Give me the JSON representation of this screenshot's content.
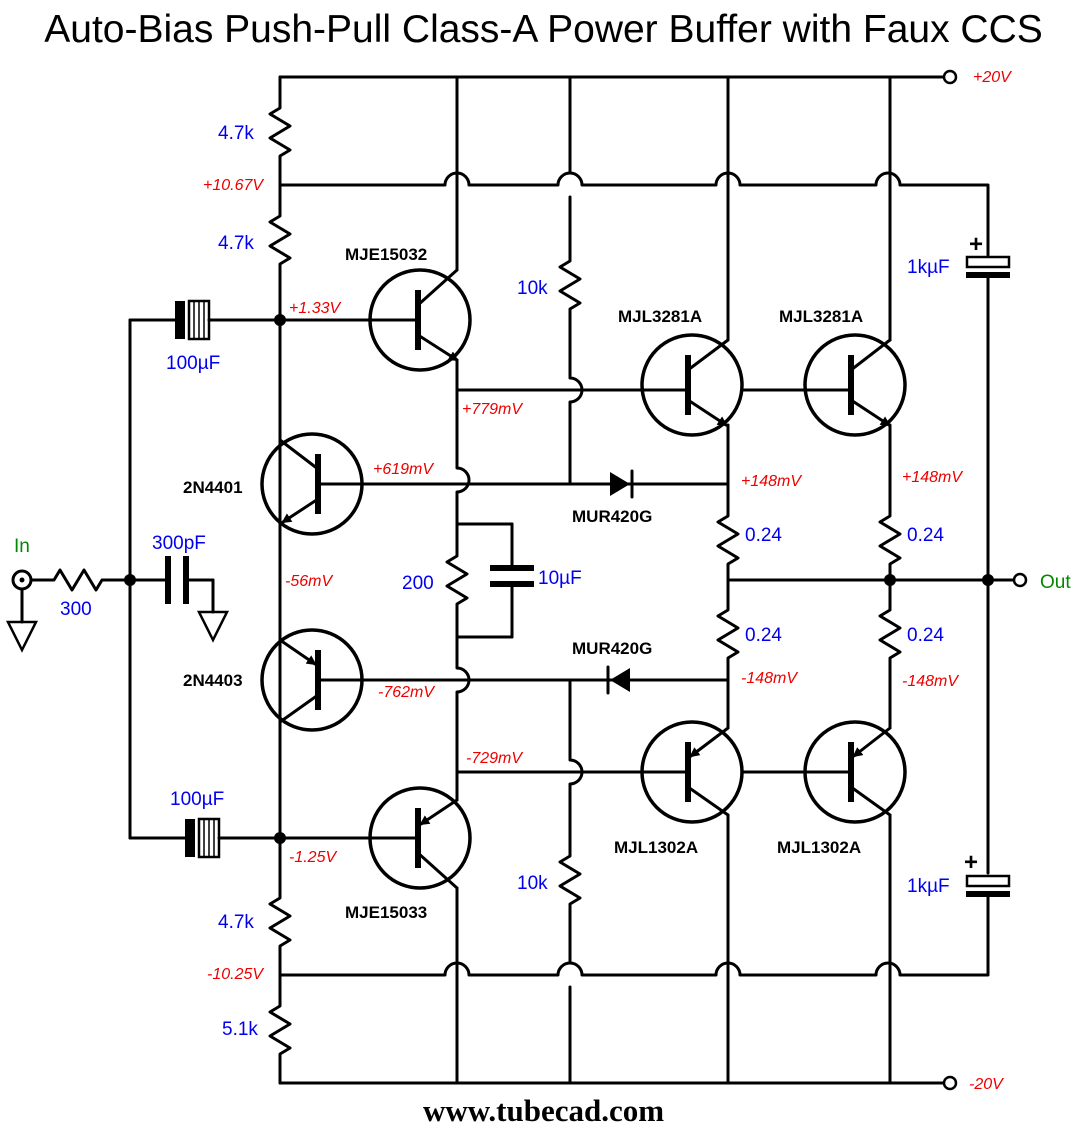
{
  "title": "Auto-Bias Push-Pull Class-A Power Buffer with Faux CCS",
  "footer": "www.tubecad.com",
  "rails": {
    "positive": "+20V",
    "negative": "-20V"
  },
  "ports": {
    "input": "In",
    "output": "Out"
  },
  "resistors": {
    "r_top1": "4.7k",
    "r_top2": "4.7k",
    "r_bot1": "4.7k",
    "r_bot2": "5.1k",
    "r_input": "300",
    "r_10k_top": "10k",
    "r_10k_bot": "10k",
    "r_200": "200",
    "r_e1": "0.24",
    "r_e2": "0.24",
    "r_e3": "0.24",
    "r_e4": "0.24"
  },
  "capacitors": {
    "c_in_top": "100µF",
    "c_in_bot": "100µF",
    "c_300p": "300pF",
    "c_10u": "10µF",
    "c_1k_top": "1kµF",
    "c_1k_bot": "1kµF"
  },
  "semiconductors": {
    "q_mje15032": "MJE15032",
    "q_mje15033": "MJE15033",
    "q_2n4401": "2N4401",
    "q_2n4403": "2N4403",
    "q_mjl3281a_1": "MJL3281A",
    "q_mjl3281a_2": "MJL3281A",
    "q_mjl1302a_1": "MJL1302A",
    "q_mjl1302a_2": "MJL1302A",
    "d_top": "MUR420G",
    "d_bot": "MUR420G"
  },
  "voltages": {
    "v_10_67": "+10.67V",
    "v_1_33": "+1.33V",
    "v_779m": "+779mV",
    "v_619m": "+619mV",
    "v_148m_a": "+148mV",
    "v_148m_b": "+148mV",
    "v_neg56m": "-56mV",
    "v_neg762m": "-762mV",
    "v_neg148m_a": "-148mV",
    "v_neg148m_b": "-148mV",
    "v_neg729m": "-729mV",
    "v_neg1_25": "-1.25V",
    "v_neg10_25": "-10.25V"
  }
}
